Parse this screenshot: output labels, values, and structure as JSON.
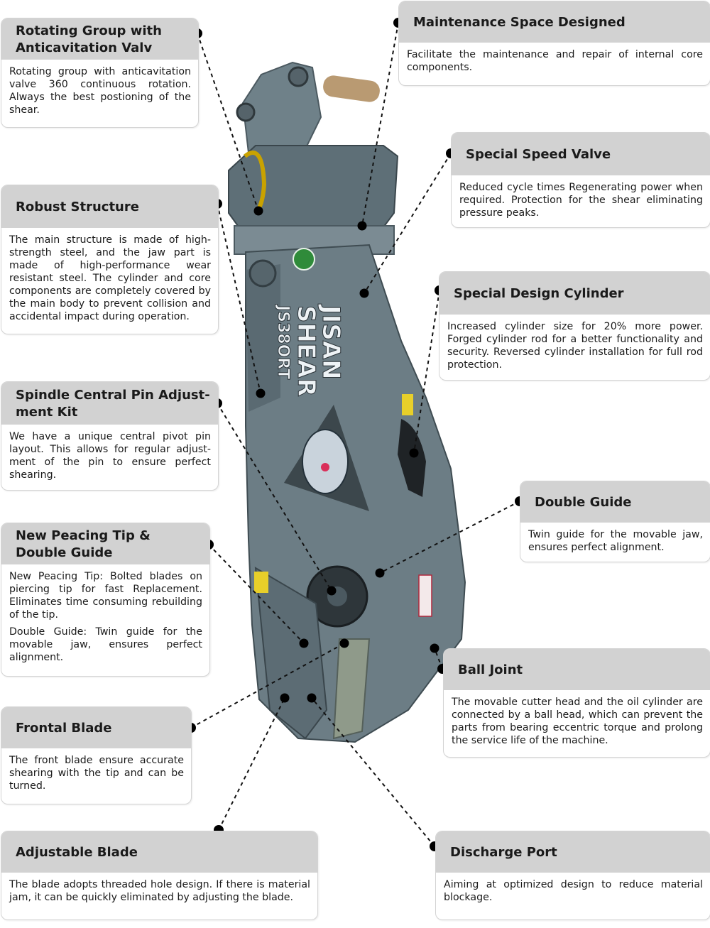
{
  "logo_text": [
    "JISAN",
    "SHEAR",
    "JS38ORT"
  ],
  "callouts": [
    {
      "id": "rotating-group",
      "title": "Rotating Group with Anticavitation Valv",
      "text": [
        "Rotating group with anticavitation valve 360 continuous rotation. Always the best postioning of the shear."
      ]
    },
    {
      "id": "maintenance-space",
      "title": "Maintenance Space Designed",
      "text": [
        "Facilitate the maintenance and repair of internal core components."
      ]
    },
    {
      "id": "special-speed-valve",
      "title": "Special Speed Valve",
      "text": [
        "Reduced cycle times Regenerating power when required. Protection for the shear eliminating pressure peaks."
      ]
    },
    {
      "id": "robust-structure",
      "title": "Robust Structure",
      "text": [
        "The main structure is made of high-strength steel, and the jaw part is made of high-performance wear resistant steel. The cylinder and core components are completely covered by the main body to prevent collision and accidental impact during operation."
      ]
    },
    {
      "id": "special-design-cylinder",
      "title": "Special Design Cylinder",
      "text": [
        "Increased cylinder size for 20% more power. Forged cylinder rod for a better functionality and security. Reversed cylinder installation for full rod protection."
      ]
    },
    {
      "id": "spindle-central-pin",
      "title": "Spindle Central Pin Adjust-ment Kit",
      "text": [
        "We have a unique central pivot pin layout. This allows for regular adjust-ment of the pin to ensure perfect shearing."
      ]
    },
    {
      "id": "double-guide",
      "title": "Double Guide",
      "text": [
        "Twin guide for the movable jaw, ensures perfect alignment."
      ]
    },
    {
      "id": "new-peacing-tip",
      "title": "New Peacing Tip & Double Guide",
      "text": [
        "New Peacing Tip: Bolted blades on piercing tip for fast Replacement. Eliminates time consuming rebuilding of the tip.",
        "Double Guide: Twin guide for the movable jaw, ensures perfect alignment."
      ]
    },
    {
      "id": "ball-joint",
      "title": "Ball Joint",
      "text": [
        "The movable cutter head and the oil cylinder are connected by a ball head, which can prevent the parts from bearing eccentric torque and prolong the service life of the machine."
      ]
    },
    {
      "id": "frontal-blade",
      "title": "Frontal Blade",
      "text": [
        "The front blade ensure accurate shearing with the tip and can be turned."
      ]
    },
    {
      "id": "adjustable-blade",
      "title": "Adjustable Blade",
      "text": [
        "The blade adopts threaded hole design. If there is material jam, it can be quickly eliminated by adjusting the blade."
      ]
    },
    {
      "id": "discharge-port",
      "title": "Discharge Port",
      "text": [
        "Aiming at optimized design to reduce material blockage."
      ]
    }
  ]
}
